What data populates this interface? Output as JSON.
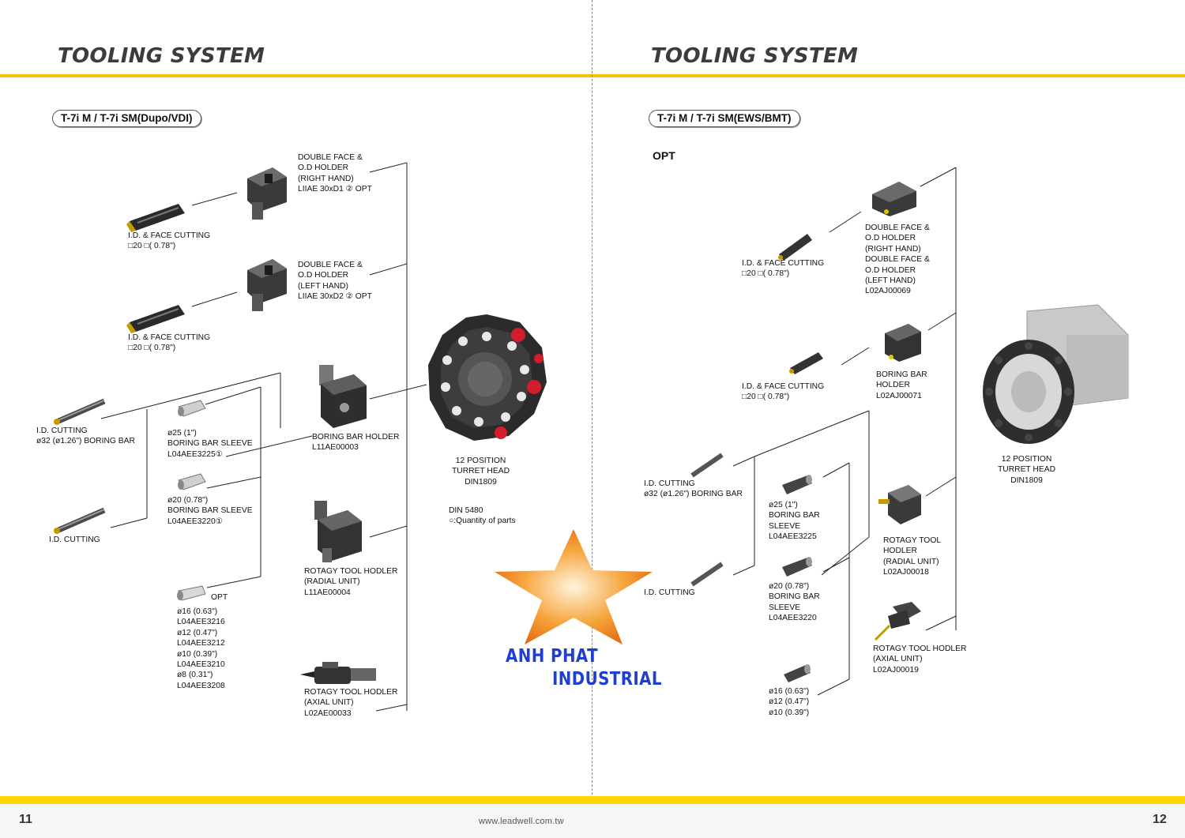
{
  "left_page": {
    "title": "TOOLING SYSTEM",
    "model": "T-7i M / T-7i SM(Dupo/VDI)",
    "page_number": "11",
    "labels": {
      "double_face_rh": "DOUBLE FACE &\nO.D HOLDER\n(RIGHT HAND)\nLIIAE 30xD1 ② OPT",
      "id_face_cutting_1": "I.D. & FACE CUTTING\n□20 □( 0.78\")",
      "double_face_lh": "DOUBLE FACE &\nO.D HOLDER\n(LEFT HAND)\nLIIAE 30xD2 ② OPT",
      "id_face_cutting_2": "I.D. & FACE CUTTING\n□20 □( 0.78\")",
      "id_cutting_boring_bar": "I.D. CUTTING\nø32 (ø1.26\") BORING BAR",
      "sleeve_25": "ø25 (1\")\nBORING BAR SLEEVE\nL04AEE3225①",
      "boring_bar_holder": "BORING BAR HOLDER\nL11AE00003",
      "turret_head": "12 POSITION\nTURRET HEAD\nDIN1809",
      "sleeve_20": "ø20 (0.78\")\nBORING BAR SLEEVE\nL04AEE3220①",
      "din_note": "DIN 5480\n○:Quantity of parts",
      "id_cutting": "I.D. CUTTING",
      "radial_unit": "ROTAGY TOOL HODLER\n(RADIAL UNIT)\nL11AE00004",
      "opt": "OPT",
      "small_sleeves": "ø16 (0.63\")\nL04AEE3216\nø12 (0.47\")\nL04AEE3212\nø10 (0.39\")\nL04AEE3210\nø8 (0.31\")\nL04AEE3208",
      "axial_unit": "ROTAGY TOOL HODLER\n(AXIAL UNIT)\nL02AE00033"
    }
  },
  "right_page": {
    "title": "TOOLING SYSTEM",
    "model": "T-7i M / T-7i SM(EWS/BMT)",
    "opt_heading": "OPT",
    "page_number": "12",
    "labels": {
      "double_face": "DOUBLE FACE &\nO.D HOLDER\n(RIGHT HAND)\nDOUBLE FACE &\nO.D HOLDER\n(LEFT HAND)\nL02AJ00069",
      "id_face_cutting_1": "I.D. & FACE CUTTING\n□20 □( 0.78\")",
      "boring_bar_holder": "BORING BAR\nHOLDER\nL02AJ00071",
      "id_face_cutting_2": "I.D. & FACE CUTTING\n□20 □( 0.78\")",
      "turret_head": "12 POSITION\nTURRET HEAD\nDIN1809",
      "id_cutting_boring_bar": "I.D. CUTTING\nø32 (ø1.26\") BORING BAR",
      "sleeve_25": "ø25 (1\")\nBORING BAR\nSLEEVE\nL04AEE3225",
      "radial_unit": "ROTAGY TOOL\nHODLER\n(RADIAL UNIT)\nL02AJ00018",
      "id_cutting": "I.D. CUTTING",
      "sleeve_20": "ø20 (0.78\")\nBORING BAR\nSLEEVE\nL04AEE3220",
      "axial_unit": "ROTAGY TOOL HODLER\n(AXIAL UNIT)\nL02AJ00019",
      "small_sleeves": "ø16 (0.63\")\nø12 (0.47\")\nø10 (0.39\")"
    }
  },
  "footer": {
    "url": "www.leadwell.com.tw"
  },
  "watermark": {
    "line1": "ANH PHAT",
    "line2": "INDUSTRIAL"
  },
  "colors": {
    "accent_yellow": "#ffd400",
    "title_gray": "#3c3c3c",
    "logo_blue": "#1e3fd0",
    "star_orange": "#f08a1a"
  },
  "icons": [
    "boring-bar-icon",
    "turret-head-icon",
    "tool-holder-icon",
    "sleeve-icon",
    "star-logo-icon"
  ]
}
